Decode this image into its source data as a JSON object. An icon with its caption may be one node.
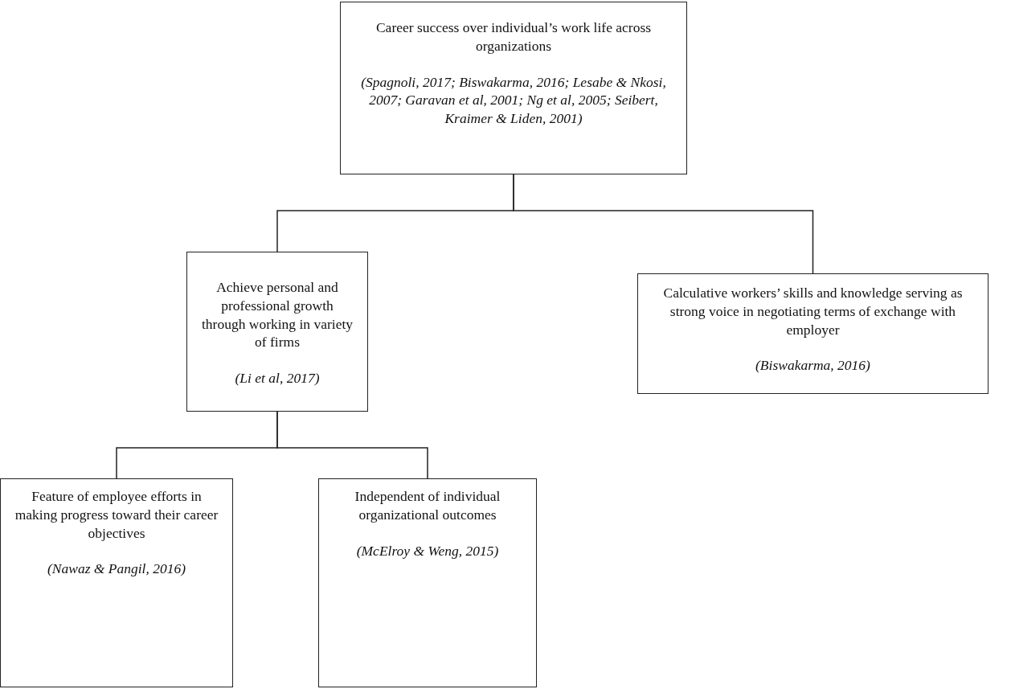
{
  "diagram": {
    "nodes": [
      {
        "text": [
          "Career success over individual’s work life across organizations",
          "(Spagnoli, 2017; Biswakarma, 2016; Lesabe & Nkosi, 2007; Garavan et al, 2001; Ng et al, 2005; Seibert, Kraimer & Liden, 2001)"
        ]
      },
      {
        "text": [
          "Achieve personal and professional growth through working in variety of firms",
          "(Li et al, 2017)"
        ]
      },
      {
        "text": [
          "Calculative workers’ skills and knowledge serving as strong voice in negotiating terms of exchange with employer",
          "(Biswakarma, 2016)"
        ]
      },
      {
        "text": [
          "Feature of employee efforts in making progress toward their career objectives",
          "(Nawaz & Pangil, 2016)"
        ]
      },
      {
        "text": [
          "Independent of individual organizational outcomes",
          "(McElroy & Weng, 2015)"
        ]
      }
    ],
    "edges": [
      {
        "from": 0,
        "to": 1,
        "arrow": "none"
      },
      {
        "from": 0,
        "to": 2,
        "arrow": "none"
      },
      {
        "from": 1,
        "to": 3,
        "arrow": "none"
      },
      {
        "from": 1,
        "to": 4,
        "arrow": "none"
      }
    ]
  }
}
